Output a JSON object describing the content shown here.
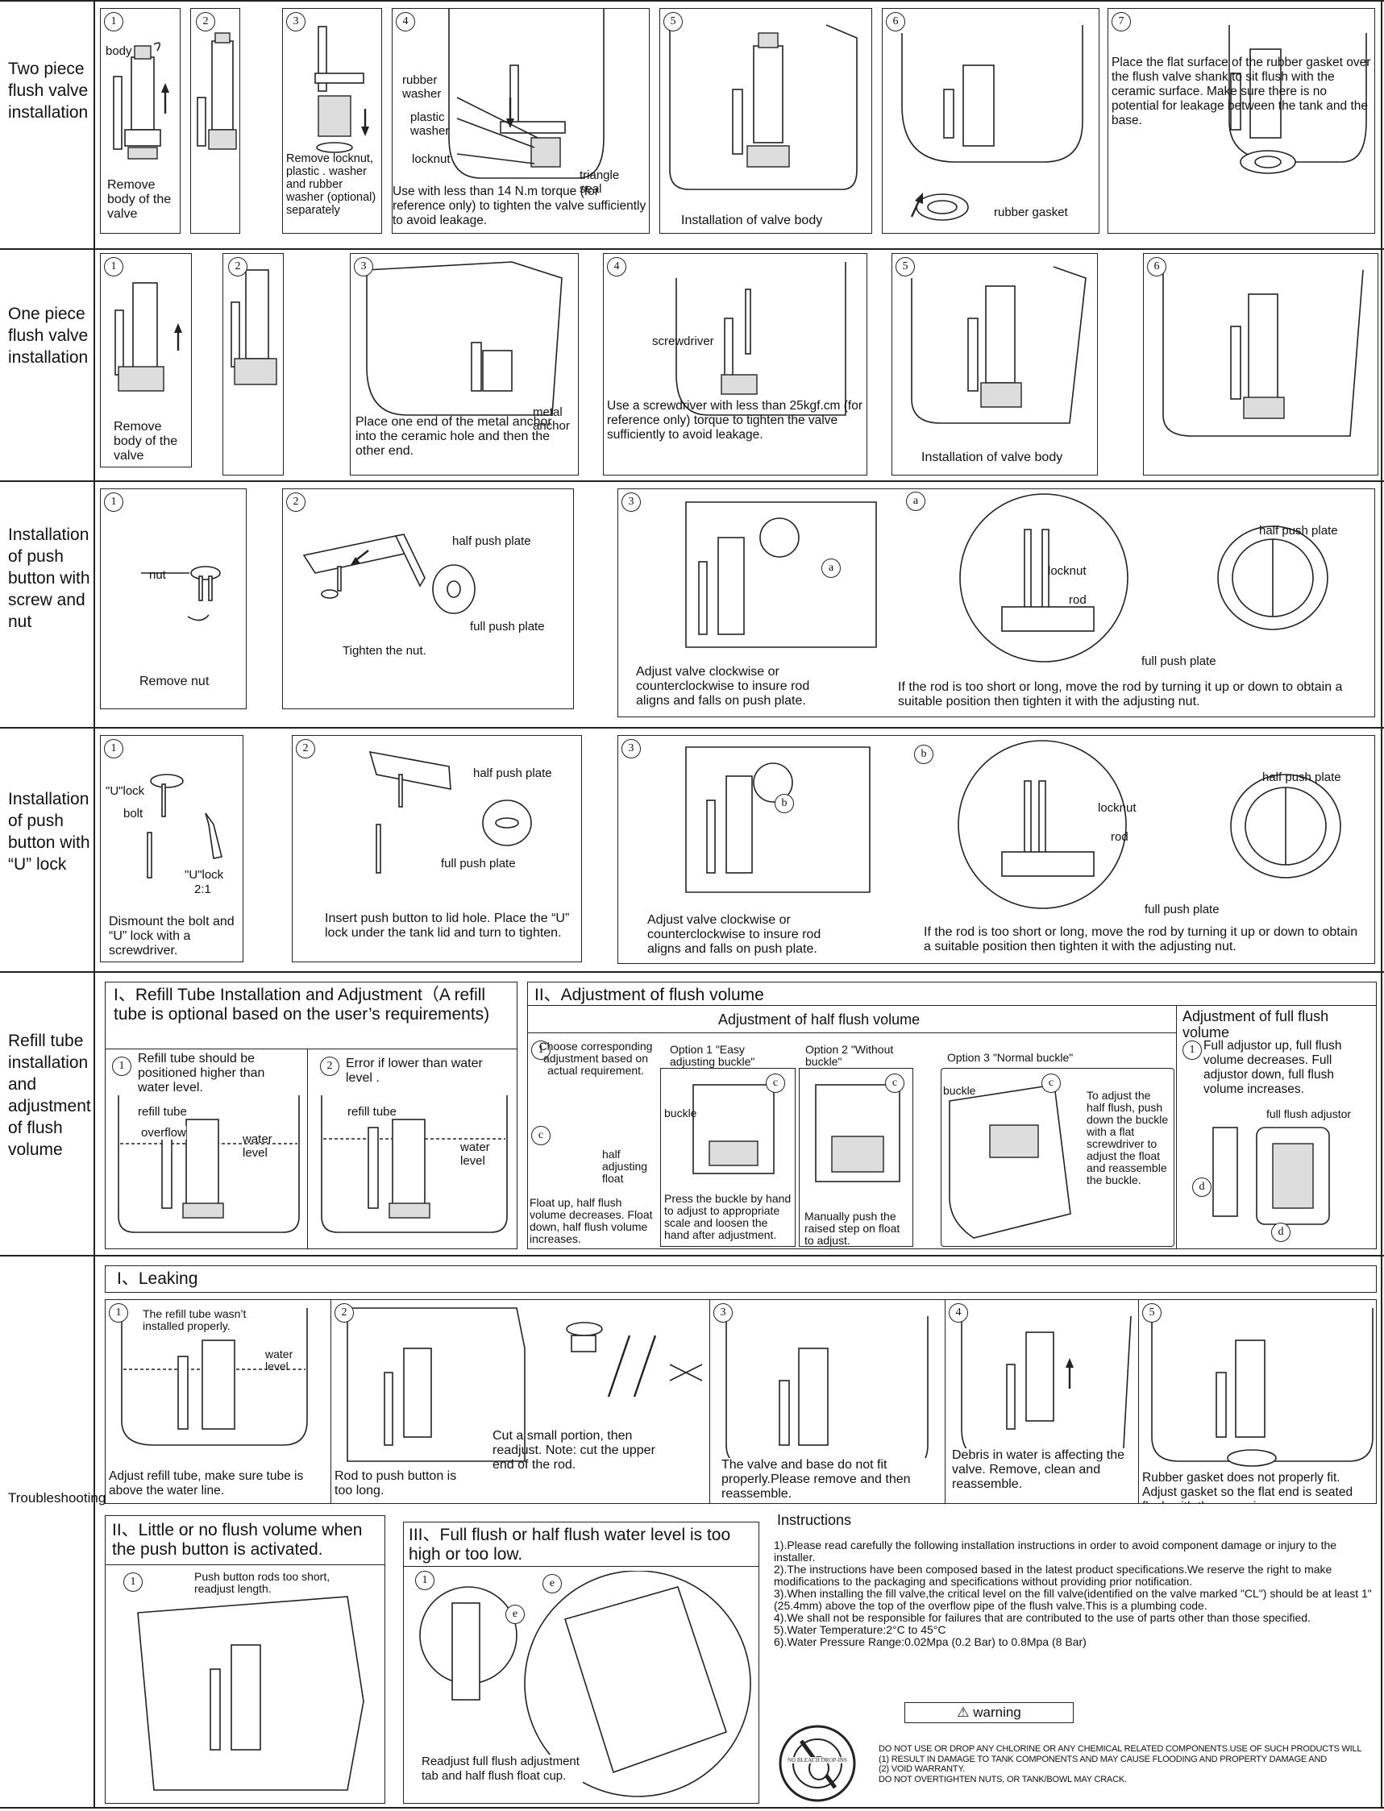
{
  "rows": {
    "two_piece": "Two piece flush valve installation",
    "one_piece": "One piece flush valve installation",
    "screw_nut": "Installation of push button with screw and nut",
    "u_lock": "Installation of push button with “U” lock",
    "refill": "Refill tube installation and adjustment of flush volume",
    "troubleshooting": "Troubleshooting"
  },
  "two_piece": {
    "p1": {
      "num": "1",
      "label_body": "body",
      "caption": "Remove body of the valve"
    },
    "p2": {
      "num": "2"
    },
    "p3": {
      "num": "3",
      "caption": "Remove locknut, plastic . washer and rubber washer (optional) separately"
    },
    "p4": {
      "num": "4",
      "rubber_washer": "rubber washer",
      "plastic_washer": "plastic washer",
      "locknut": "locknut",
      "triangle_seal": "triangle seal",
      "caption": "Use with less than 14 N.m torque (for reference only) to tighten the valve sufficiently to avoid leakage."
    },
    "p5": {
      "num": "5",
      "caption": "Installation of valve body"
    },
    "p6": {
      "num": "6",
      "rubber_gasket": "rubber gasket"
    },
    "p7": {
      "num": "7",
      "caption": "Place the flat surface of the rubber gasket over the flush valve shank to sit flush with the ceramic surface.  Make sure there is no potential for leakage between the tank and the base."
    }
  },
  "one_piece": {
    "p1": {
      "num": "1",
      "caption": "Remove body of the valve"
    },
    "p2": {
      "num": "2"
    },
    "p3": {
      "num": "3",
      "metal_anchor": "metal anchor",
      "caption": "Place one end of the metal anchor into the ceramic hole and then the other end."
    },
    "p4": {
      "num": "4",
      "screwdriver": "screwdriver",
      "caption": "Use a screwdriver with less than 25kgf.cm (for reference only) torque to tighten the valve sufficiently to avoid leakage."
    },
    "p5": {
      "num": "5",
      "caption": "Installation of valve body"
    },
    "p6": {
      "num": "6"
    }
  },
  "screw_nut": {
    "p1": {
      "num": "1",
      "nut": "nut",
      "caption": "Remove nut"
    },
    "p2": {
      "num": "2",
      "half_push_plate": "half push plate",
      "full_push_plate": "full push plate",
      "tighten": "Tighten the nut."
    },
    "p3": {
      "num": "3",
      "marker": "a",
      "caption": "Adjust valve clockwise or counterclockwise to insure rod aligns and falls on push plate."
    },
    "pa": {
      "num": "a",
      "half_push_plate": "half push plate",
      "locknut": "locknut",
      "rod": "rod",
      "full_push_plate": "full push plate",
      "caption": "If the rod is too short or long, move the rod by turning it up or down to obtain a suitable position then tighten it with the adjusting nut."
    }
  },
  "u_lock": {
    "p1": {
      "num": "1",
      "ulock": "\"U\"lock",
      "bolt": "bolt",
      "ulock2": "\"U\"lock",
      "scale": "2:1",
      "caption": "Dismount the bolt and “U” lock with a screwdriver."
    },
    "p2": {
      "num": "2",
      "half_push_plate": "half push plate",
      "full_push_plate": "full push plate",
      "caption": "Insert push button to lid hole. Place the “U” lock under the tank lid and turn to tighten."
    },
    "p3": {
      "num": "3",
      "marker": "b",
      "caption": "Adjust valve clockwise or counterclockwise to insure rod aligns and falls on push plate."
    },
    "pb": {
      "num": "b",
      "half_push_plate": "half push plate",
      "locknut": "locknut",
      "rod": "rod",
      "full_push_plate": "full push plate",
      "caption": "If the rod is too short or long, move the rod by turning it up or down to obtain a suitable position then tighten it with the adjusting nut."
    }
  },
  "refill": {
    "title": "I、Refill Tube Installation and Adjustment（A refill tube is optional based on the user’s requirements)",
    "p1": {
      "num": "1",
      "caption": "Refill tube should be positioned higher than water level.",
      "refill_tube": "refill tube",
      "overflow": "overflow",
      "water_level": "water level"
    },
    "p2": {
      "num": "2",
      "caption": "Error if lower than water level .",
      "refill_tube": "refill tube",
      "water_level": "water level"
    },
    "flush_title": "II、Adjustment of flush volume",
    "half_title": "Adjustment of half flush volume",
    "choose": {
      "num": "1",
      "text": "Choose corresponding adjustment based on actual requirement.",
      "marker": "c",
      "half_adjusting_float": "half adjusting float",
      "caption": "Float up, half flush volume decreases. Float down, half flush volume increases."
    },
    "opt1": {
      "title": "Option 1 \"Easy adjusting buckle\"",
      "marker": "c",
      "buckle": "buckle",
      "caption": "Press the buckle by hand to adjust to appropriate scale and loosen the hand after adjustment."
    },
    "opt2": {
      "title": "Option 2 \"Without buckle\"",
      "marker": "c",
      "caption": "Manually push the raised step on float to adjust."
    },
    "opt3": {
      "title": "Option 3 \"Normal buckle\"",
      "marker": "c",
      "buckle": "buckle",
      "caption": "To adjust the half flush, push down the buckle with a flat screwdriver to adjust the float and reassemble the buckle."
    },
    "full_title": "Adjustment of full flush volume",
    "full": {
      "num": "1",
      "caption": "Full adjustor up, full flush volume decreases. Full adjustor down, full flush volume increases.",
      "adjustor": "full flush adjustor",
      "marker_d": "d",
      "marker_d2": "d"
    }
  },
  "trouble": {
    "leak_title": "I、Leaking",
    "l1": {
      "num": "1",
      "refill": "The refill tube wasn’t installed properly.",
      "water_level": "water level",
      "caption": "Adjust refill tube, make sure tube is above the water line."
    },
    "l2": {
      "num": "2",
      "caption": "Rod to push button is too long.",
      "cut": "Cut a small portion, then readjust. Note: cut the upper end of the rod."
    },
    "l3": {
      "num": "3",
      "caption": "The valve and base do not fit properly.Please remove and then reassemble."
    },
    "l4": {
      "num": "4",
      "caption": "Debris in water is affecting the valve. Remove, clean and reassemble."
    },
    "l5": {
      "num": "5",
      "caption": "Rubber gasket does not properly fit. Adjust gasket so the flat end is seated flush with the ceramic."
    },
    "little_title": "II、Little or no flush volume when the push button is activated.",
    "little": {
      "num": "1",
      "caption": "Push button rods too short, readjust length."
    },
    "full_title": "III、Full flush or half flush water level is too high or too low.",
    "full": {
      "num": "1",
      "marker": "e",
      "marker2": "e",
      "caption": "Readjust full flush adjustment tab and half flush float cup."
    }
  },
  "instructions": {
    "title": "Instructions",
    "items": [
      "1).Please read carefully the following installation instructions in order to avoid component damage or injury to the installer.",
      "2).The instructions have been composed based in the latest product specifications.We reserve the right to make modifications to the packaging and specifications without providing prior notification.",
      "3).When installing the fill valve,the critical level on the fill valve(identified on the valve marked \"CL\") should be at least 1\" (25.4mm) above the top of the overflow pipe of the flush valve.This is a plumbing code.",
      "4).We shall not be responsible for failures that are contributed to the use of parts other than those specified.",
      "5).Water Temperature:2°C to 45°C",
      "6).Water Pressure Range:0.02Mpa (0.2 Bar) to 0.8Mpa (8 Bar)"
    ],
    "warning": "warning",
    "seal_text": "NO BLEACH DROP-INS",
    "warning_text": [
      "DO NOT USE OR DROP ANY CHLORINE OR ANY CHEMICAL RELATED COMPONENTS.USE OF SUCH PRODUCTS WILL",
      "(1) RESULT IN DAMAGE TO TANK COMPONENTS AND MAY CAUSE FLOODING AND PROPERTY DAMAGE AND",
      "(2) VOID WARRANTY.",
      "DO NOT OVERTIGHTEN NUTS, OR TANK/BOWL MAY CRACK."
    ]
  }
}
